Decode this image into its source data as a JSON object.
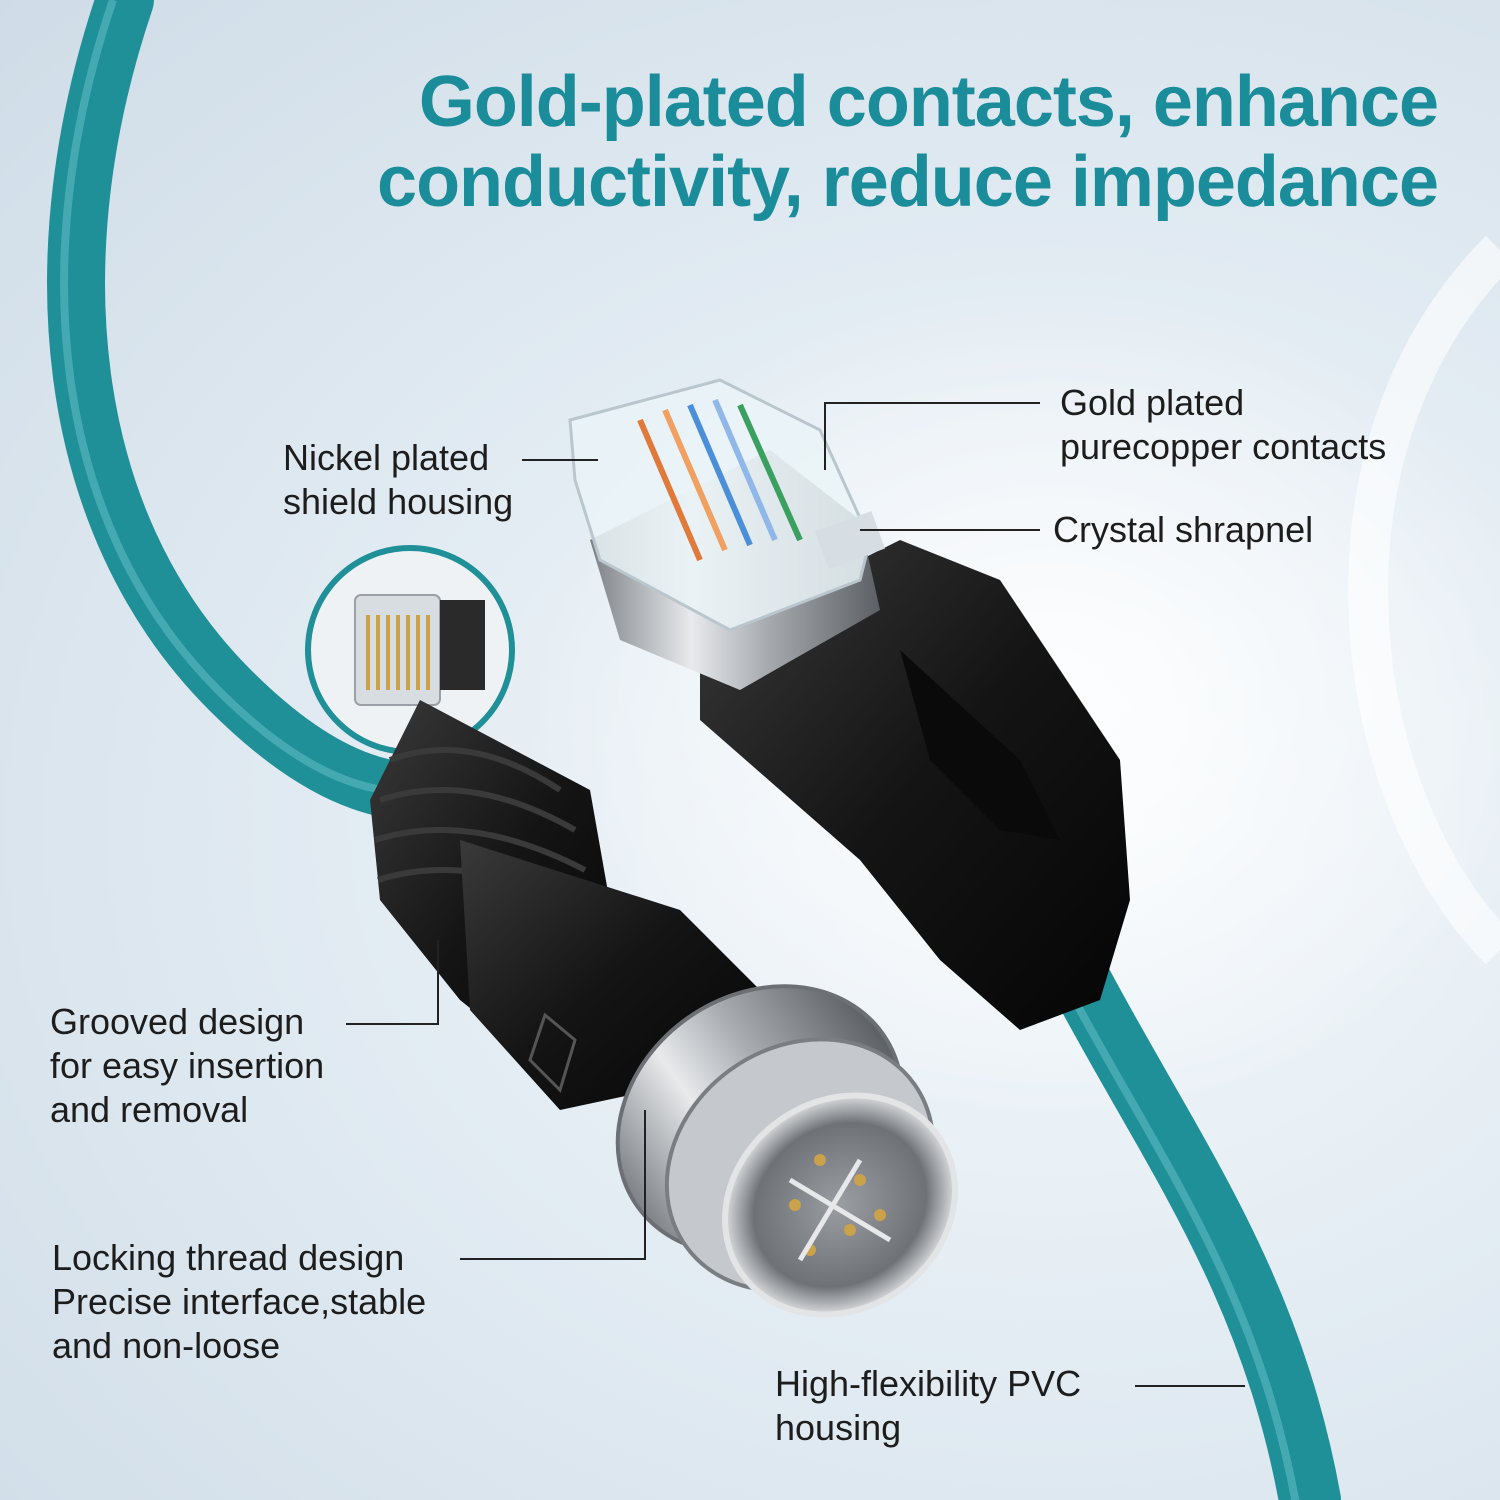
{
  "headline": {
    "line1": "Gold-plated contacts, enhance",
    "line2": "conductivity, reduce impedance",
    "color": "#1b8c99"
  },
  "callouts": {
    "nickel": {
      "line1": "Nickel plated",
      "line2": "shield housing"
    },
    "gold": {
      "line1": "Gold plated",
      "line2": "purecopper contacts"
    },
    "crystal": {
      "line1": "Crystal shrapnel"
    },
    "grooved": {
      "line1": "Grooved design",
      "line2": "for easy insertion",
      "line3": "and removal"
    },
    "locking": {
      "line1": "Locking thread design",
      "line2": "Precise interface,stable",
      "line3": "and non-loose"
    },
    "pvc": {
      "line1": "High-flexibility PVC",
      "line2": "housing"
    }
  },
  "colors": {
    "cable": "#1f8f98",
    "connector_body": "#141414",
    "metal": "#b8bcc0",
    "background": "#e3ecf3"
  }
}
